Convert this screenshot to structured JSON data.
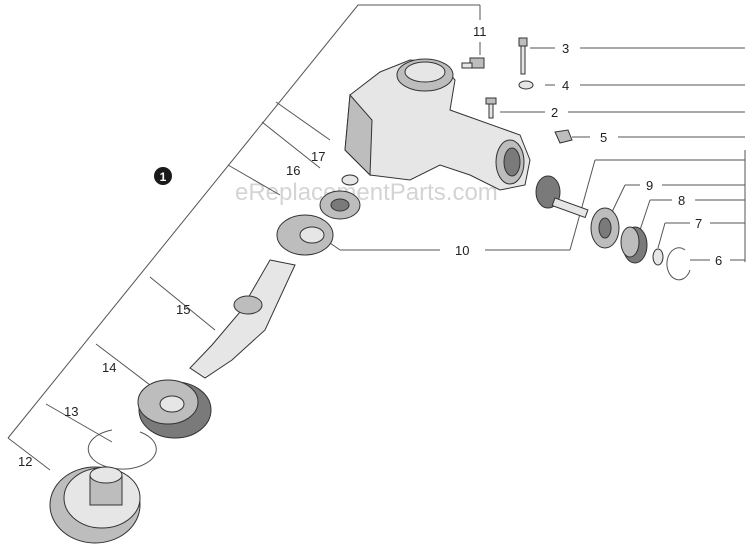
{
  "diagram": {
    "watermark": "eReplacementParts.com",
    "assembly_callout": "1",
    "callouts": [
      "2",
      "3",
      "4",
      "5",
      "6",
      "7",
      "8",
      "9",
      "10",
      "11",
      "12",
      "13",
      "14",
      "15",
      "16",
      "17"
    ]
  },
  "colors": {
    "line": "#555555",
    "part_light": "#e6e6e6",
    "part_mid": "#bdbdbd",
    "part_dark": "#7a7a7a",
    "badge": "#1a1a1a"
  }
}
